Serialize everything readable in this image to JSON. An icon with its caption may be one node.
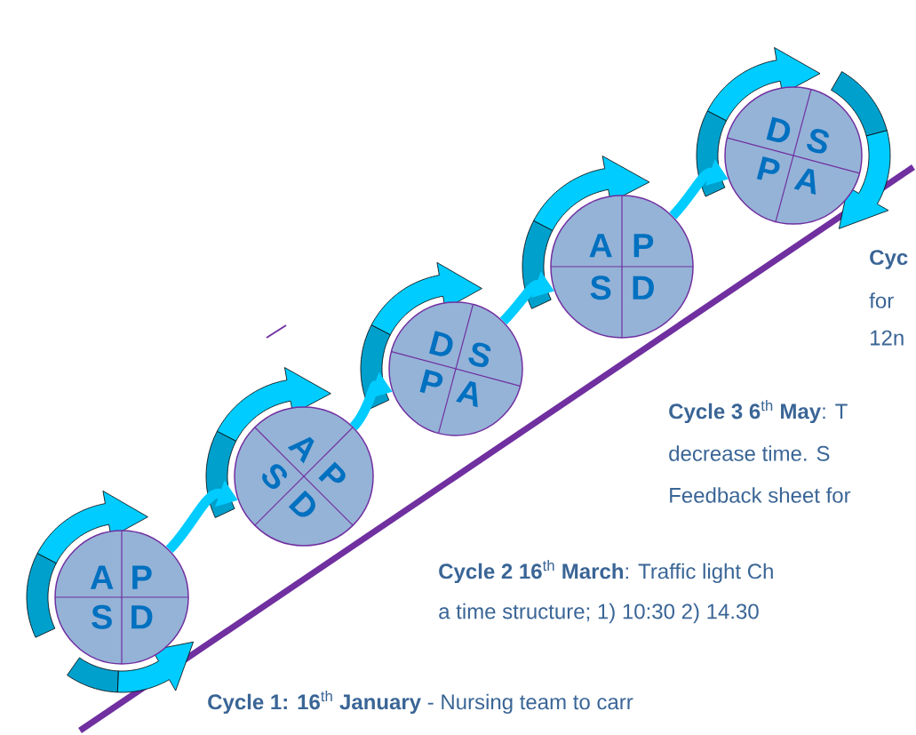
{
  "diagram": {
    "nodes": [
      {
        "text": [
          "A",
          "P",
          "S",
          "D"
        ]
      },
      {
        "text": [
          "A",
          "P",
          "S",
          "D"
        ]
      },
      {
        "text": [
          "D",
          "S",
          "P",
          "A"
        ]
      },
      {
        "text": [
          "A",
          "P",
          "S",
          "D"
        ]
      },
      {
        "text": [
          "D",
          "S",
          "P",
          "A"
        ]
      }
    ],
    "edges": [
      {
        "from": 0,
        "to": 1,
        "arrow": "to"
      },
      {
        "from": 1,
        "to": 2,
        "arrow": "to"
      },
      {
        "from": 2,
        "to": 3,
        "arrow": "to"
      },
      {
        "from": 3,
        "to": 4,
        "arrow": "to"
      }
    ],
    "labels": [
      "**Cyc**",
      "for",
      "12n",
      "**Cycle 3 6**$^{th}$ **May**: T",
      "decrease time. S",
      "Feedback sheet for",
      "**Cycle 2 16**$^{th}$ **March**: Traffic light Ch",
      "a time structure; 1) 10:30 2) 14.30",
      "**Cycle 1: 16**$^{th}$ **January** - Nursing team to carr"
    ]
  }
}
